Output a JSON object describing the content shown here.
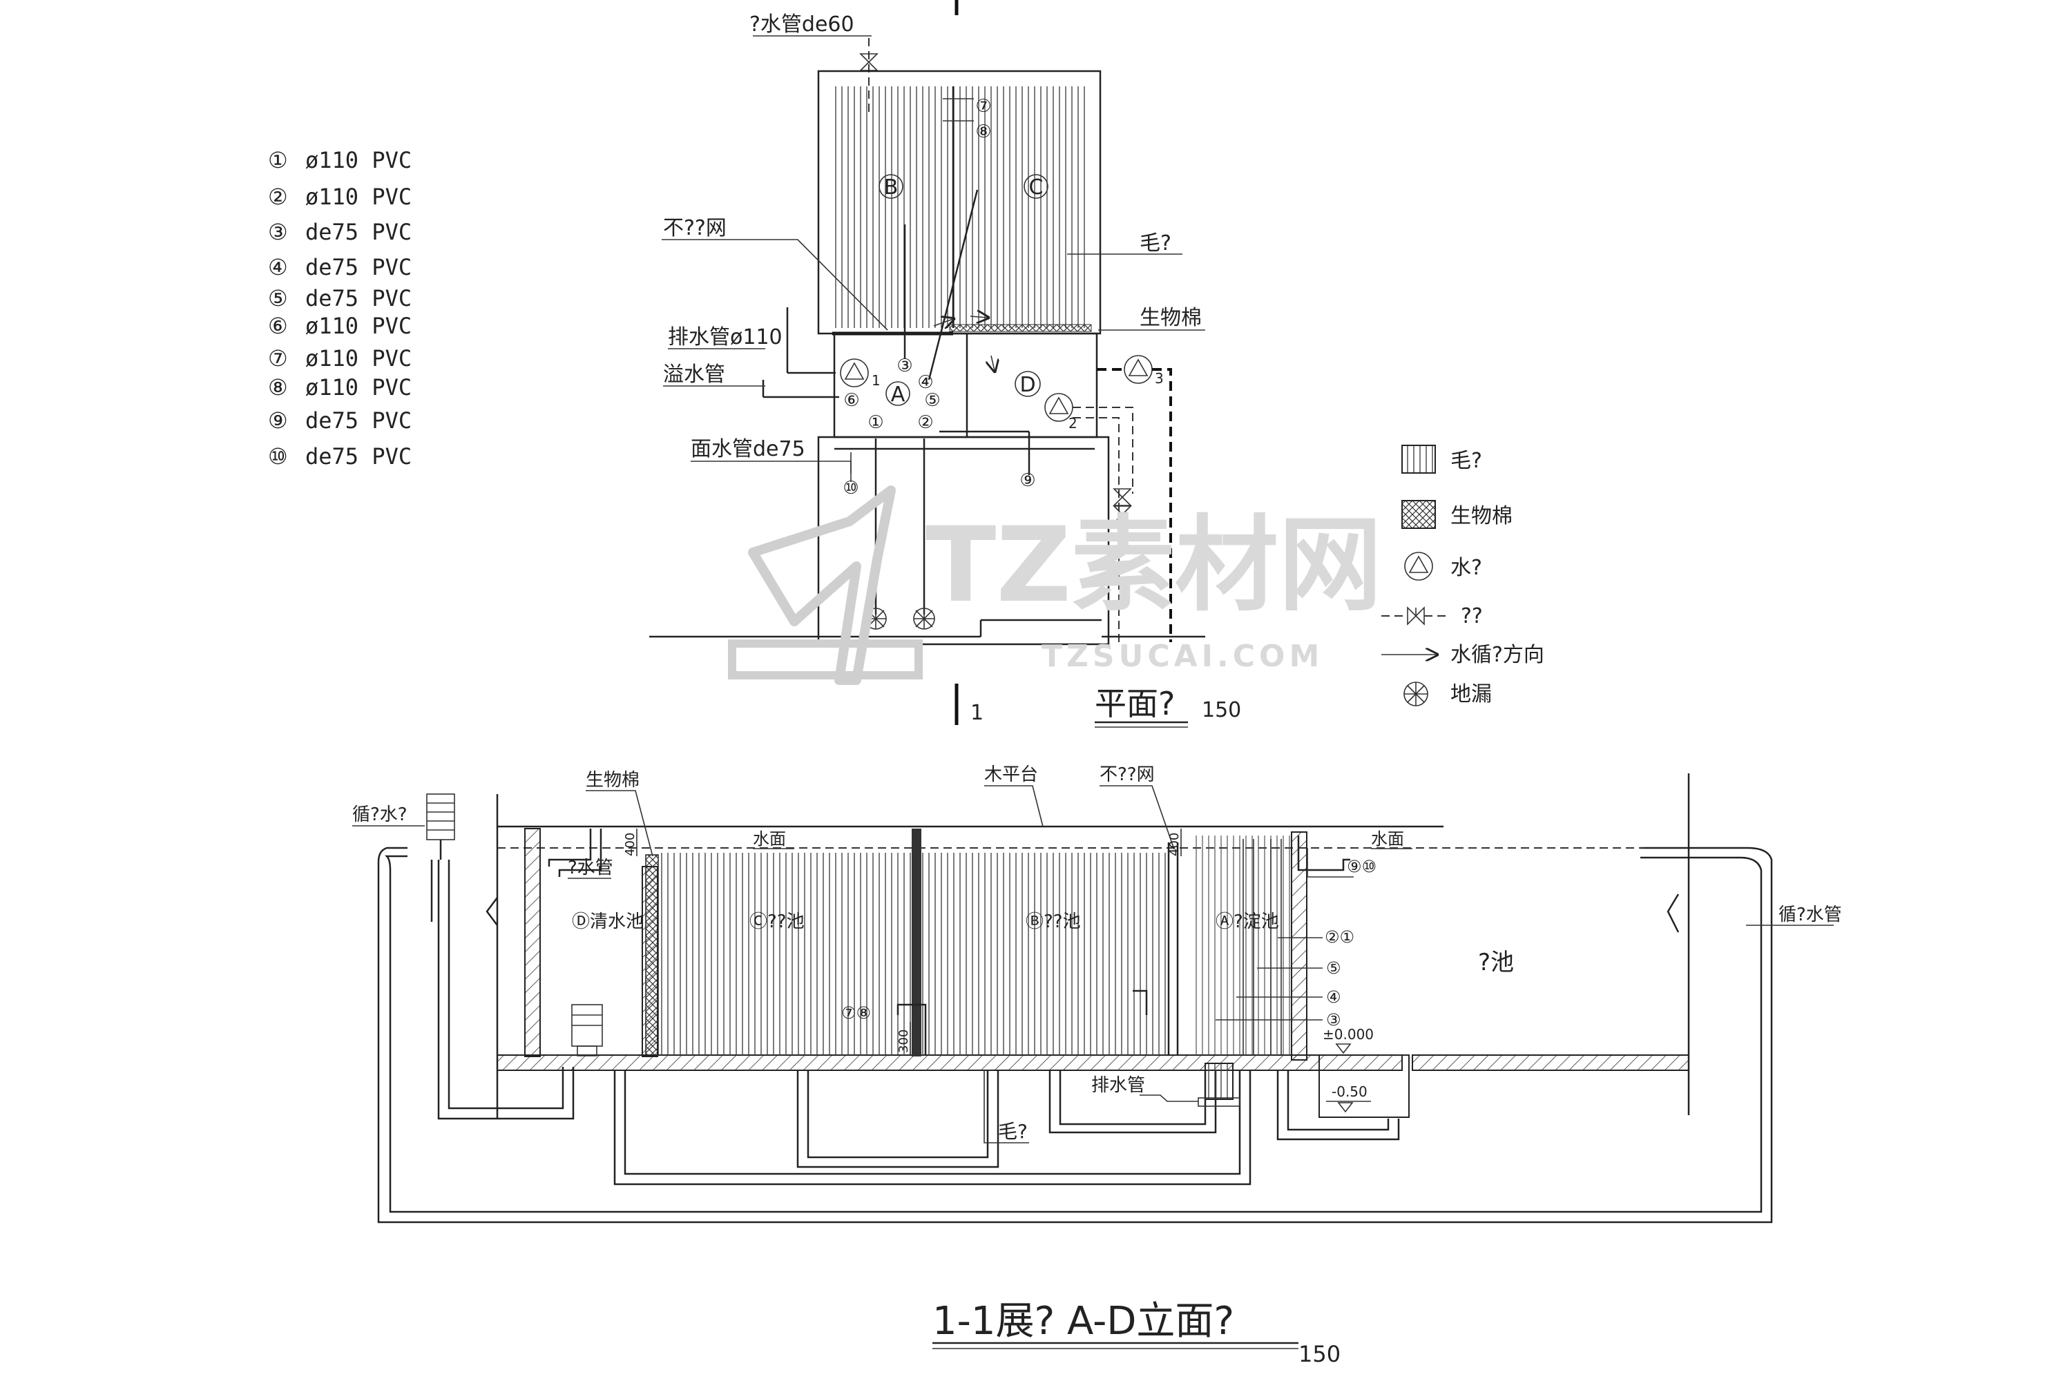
{
  "legend_pipes": [
    {
      "num": "①",
      "spec": "ø110 PVC"
    },
    {
      "num": "②",
      "spec": "ø110 PVC"
    },
    {
      "num": "③",
      "spec": "de75 PVC"
    },
    {
      "num": "④",
      "spec": "de75 PVC"
    },
    {
      "num": "⑤",
      "spec": "de75 PVC"
    },
    {
      "num": "⑥",
      "spec": "ø110 PVC"
    },
    {
      "num": "⑦",
      "spec": "ø110 PVC"
    },
    {
      "num": "⑧",
      "spec": "ø110 PVC"
    },
    {
      "num": "⑨",
      "spec": "de75 PVC"
    },
    {
      "num": "⑩",
      "spec": "de75 PVC"
    }
  ],
  "plan": {
    "inlet_label": "?水管de60",
    "mesh_label": "不??网",
    "drain_label": "排水管ø110",
    "overflow_label": "溢水管",
    "surface_label": "面水管de75",
    "brush_label": "毛?",
    "biocotton_label": "生物棉",
    "zone_b": "B",
    "zone_c": "C",
    "zone_a": "A",
    "zone_d": "D",
    "pump_1": "1",
    "pump_2": "2",
    "pump_3": "3",
    "n1": "①",
    "n2": "②",
    "n3": "③",
    "n4": "④",
    "n5": "⑤",
    "n6": "⑥",
    "n7": "⑦",
    "n8": "⑧",
    "n9": "⑨",
    "n10": "⑩",
    "section_mark": "1",
    "title": "平面?",
    "scale": "150"
  },
  "symbol_legend": [
    {
      "id": "brush",
      "label": "毛?"
    },
    {
      "id": "biocotton",
      "label": "生物棉"
    },
    {
      "id": "pump",
      "label": "水?"
    },
    {
      "id": "valve",
      "label": "??"
    },
    {
      "id": "flow",
      "label": "水循?方向"
    },
    {
      "id": "drain",
      "label": "地漏"
    }
  ],
  "watermark": {
    "brand": "TZ素材网",
    "url": "TZSUCAI.COM"
  },
  "section": {
    "biocotton_label": "生物棉",
    "deck_label": "木平台",
    "mesh_label": "不??网",
    "return_label": "循?水?",
    "inlet_label": "?水管",
    "water_surface_1": "水面",
    "water_surface_2": "水面",
    "dim_400_a": "400",
    "dim_400_b": "400",
    "dim_300": "300",
    "pool_d": "Ⓓ清水池",
    "pool_c": "Ⓒ??池",
    "pool_b": "Ⓑ??池",
    "pool_a": "Ⓐ?淀池",
    "pool_main": "?池",
    "return_pipe_label": "循?水管",
    "drain_label": "排水管",
    "brush_label": "毛?",
    "pipe_78": "⑦⑧",
    "pipe_910": "⑨⑩",
    "pipe_21": "②①",
    "pipe_5": "⑤",
    "pipe_4": "④",
    "pipe_3": "③",
    "elev_zero": "±0.000",
    "elev_low": "-0.50",
    "title": "1-1展?  A-D立面?",
    "scale": "150"
  }
}
